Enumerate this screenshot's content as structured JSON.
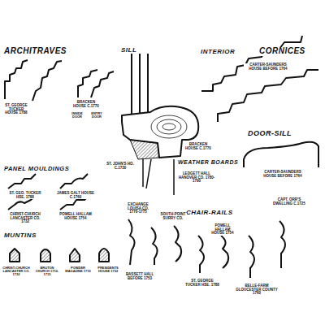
{
  "diagram": {
    "labels": [
      "ARCHITRAVES",
      "SILL",
      "INTERIOR",
      "CORNICES",
      "ST. GEORGE TUCKER HOUSE 1788",
      "BRACKEN HOUSE C.1770",
      "INSIDE DOOR",
      "ENTRY DOOR",
      "CARTER-SAUNDERS HOUSE BEFORE 1764",
      "DOOR-SILL",
      "CARTER-SAUNDERS HOUSE BEFORE 1764",
      "BRACKEN HOUSE C.1770",
      "ST. JOHN'S HO. C.1730",
      "WEATHER BOARDS",
      "LEDGETT HALL HANOVER CO. 1780-1790",
      "PANEL MOULDINGS",
      "ST. GEO. TUCKER HSE. 1788",
      "JAMES GALT HOUSE C.1760",
      "CHRIST-CHURCH LANCASTER CO. 1732",
      "POWELL HALLAM HOUSE 1754",
      "MUNTINS",
      "CHRIST-CHURCH LANCASTER CO. 1732",
      "BRUTON CHURCH 1710-1715",
      "POWDER MAGAZINE 1715",
      "PRESIDENTS HOUSE 1732",
      "CHAIR-RAILS",
      "EXCHANGE LOUISA CO. 1770-1775",
      "SOUTH-POINT SURRY CO.",
      "POWELL HALLAM HOUSE 1754",
      "CAPT. ORR'S DWELLING C.1725",
      "BASSETT HALL BEFORE 1753",
      "ST. GEORGE TUCKER HSE. 1788",
      "BELLE-FARM GLOUCESTER COUNTY 1760"
    ]
  }
}
